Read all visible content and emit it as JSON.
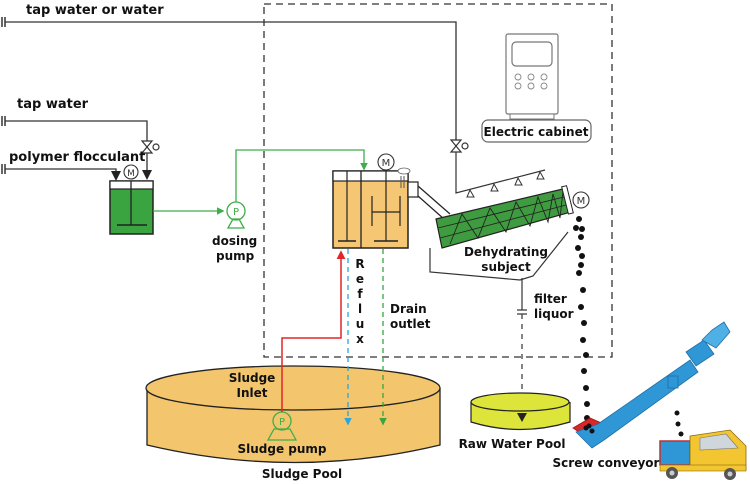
{
  "labels": {
    "tap_water_or_water": "tap water or water",
    "tap_water": "tap water",
    "polymer_flocculant": "polymer flocculant",
    "dosing_pump_line1": "dosing",
    "dosing_pump_line2": "pump",
    "electric_cabinet": "Electric cabinet",
    "dehydrating_line1": "Dehydrating",
    "dehydrating_line2": "subject",
    "reflux_letters": [
      "R",
      "e",
      "f",
      "l",
      "u",
      "x"
    ],
    "drain_line1": "Drain",
    "drain_line2": "outlet",
    "filter_line1": "filter",
    "filter_line2": "liquor",
    "sludge_inlet_line1": "Sludge",
    "sludge_inlet_line2": "Inlet",
    "sludge_pump": "Sludge pump",
    "sludge_pool": "Sludge Pool",
    "raw_water_pool": "Raw Water Pool",
    "screw_conveyor": "Screw conveyor",
    "motor_symbol": "M",
    "pump_symbol": "P"
  },
  "colors": {
    "line": "#333333",
    "flocculant_green": "#3aa441",
    "dosing_line_green": "#3fae4a",
    "sludge_red": "#e32626",
    "reflux_blue": "#2aa6dd",
    "tank_orange": "#f5c775",
    "pool_orange": "#f3c66d",
    "raw_pool_yellow": "#dde43a",
    "screw_green": "#3f9b3f",
    "conveyor_blue": "#2f97d6",
    "hopper_red": "#d8262a",
    "truck_yellow": "#f2c531"
  }
}
